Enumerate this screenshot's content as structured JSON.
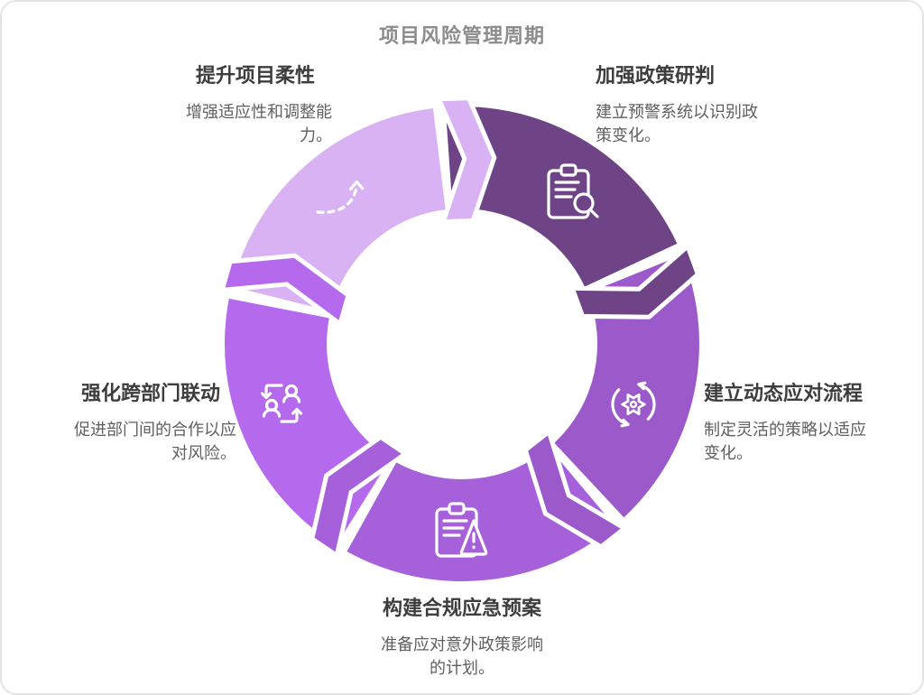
{
  "title": "项目风险管理周期",
  "colors": {
    "canvas": "#ffffff",
    "card_border": "#e4e4e4",
    "title_color": "#8c8c8c",
    "heading_color": "#3d3d3d",
    "body_color": "#5f5f5f",
    "icon_color": "#ffffff"
  },
  "steps": [
    {
      "position": "top-left",
      "heading": "提升项目柔性",
      "body": "增强适应性和调整能力。",
      "icon": "dashed-curve-arrow-icon",
      "color": "#d9b2f4"
    },
    {
      "position": "top-right",
      "heading": "加强政策研判",
      "body": "建立预警系统以识别政策变化。",
      "icon": "clipboard-search-icon",
      "color": "#6e4486"
    },
    {
      "position": "right",
      "heading": "建立动态应对流程",
      "body": "制定灵活的策略以适应变化。",
      "icon": "gear-sync-icon",
      "color": "#9c59c9"
    },
    {
      "position": "bottom",
      "heading": "构建合规应急预案",
      "body": "准备应对意外政策影响的计划。",
      "icon": "clipboard-alert-icon",
      "color": "#a660d9"
    },
    {
      "position": "left",
      "heading": "强化跨部门联动",
      "body": "促进部门间的合作以应对风险。",
      "icon": "people-sync-icon",
      "color": "#b56aee"
    }
  ]
}
